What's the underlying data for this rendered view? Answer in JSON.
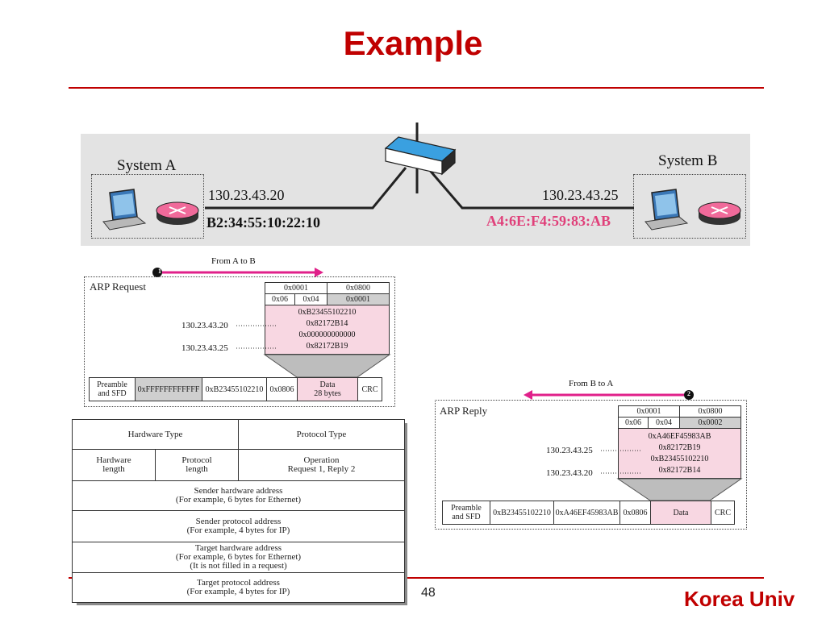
{
  "slide": {
    "title": "Example",
    "page_number": "48",
    "brand": "Korea Univ"
  },
  "network": {
    "system_a": {
      "name": "System A",
      "ip": "130.23.43.20",
      "mac": "B2:34:55:10:22:10",
      "mac_color": "#111111"
    },
    "system_b": {
      "name": "System B",
      "ip": "130.23.43.25",
      "mac": "A4:6E:F4:59:83:AB",
      "mac_color": "#e0407a"
    }
  },
  "request": {
    "arrow_label": "From A to B",
    "step": "1",
    "box_title": "ARP Request",
    "header": {
      "htype": "0x0001",
      "ptype": "0x0800",
      "hlen": "0x06",
      "plen": "0x04",
      "oper": "0x0001"
    },
    "sender_mac": "0xB23455102210",
    "sender_ip": "0x82172B14",
    "target_mac": "0x000000000000",
    "target_ip": "0x82172B19",
    "sender_ip_label": "130.23.43.20",
    "target_ip_label": "130.23.43.25",
    "frame": {
      "preamble": "Preamble\nand SFD",
      "dest": "0xFFFFFFFFFFFF",
      "src": "0xB23455102210",
      "type": "0x0806",
      "data": "Data\n28 bytes",
      "crc": "CRC"
    }
  },
  "reply": {
    "arrow_label": "From B to A",
    "step": "2",
    "box_title": "ARP Reply",
    "header": {
      "htype": "0x0001",
      "ptype": "0x0800",
      "hlen": "0x06",
      "plen": "0x04",
      "oper": "0x0002"
    },
    "sender_mac": "0xA46EF45983AB",
    "sender_ip": "0x82172B19",
    "target_mac": "0xB23455102210",
    "target_ip": "0x82172B14",
    "sender_ip_label": "130.23.43.25",
    "target_ip_label": "130.23.43.20",
    "frame": {
      "preamble": "Preamble\nand SFD",
      "dest": "0xB23455102210",
      "src": "0xA46EF45983AB",
      "type": "0x0806",
      "data": "Data",
      "crc": "CRC"
    }
  },
  "format": {
    "hardware_type": "Hardware Type",
    "protocol_type": "Protocol Type",
    "hardware_length": "Hardware\nlength",
    "protocol_length": "Protocol\nlength",
    "operation": "Operation\nRequest 1, Reply 2",
    "sender_hw": "Sender hardware address\n(For example, 6 bytes for Ethernet)",
    "sender_proto": "Sender protocol address\n(For example, 4 bytes for IP)",
    "target_hw": "Target hardware address\n(For example, 6 bytes for Ethernet)\n(It is not filled in a request)",
    "target_proto": "Target protocol address\n(For example, 4 bytes for IP)"
  },
  "colors": {
    "accent": "#c00000",
    "arrow": "#e0208a",
    "pink_fill": "#f8d7e2",
    "gray_fill": "#cfcfcf"
  }
}
